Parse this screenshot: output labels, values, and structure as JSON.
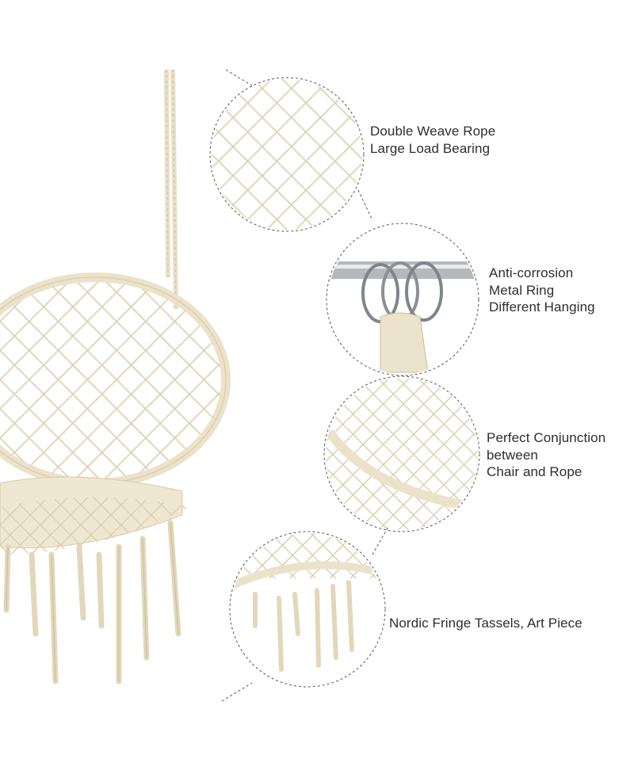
{
  "callouts": [
    {
      "lines": [
        "Double Weave Rope",
        "Large Load Bearing"
      ]
    },
    {
      "lines": [
        "Anti-corrosion",
        "Metal Ring",
        "Different Hanging"
      ]
    },
    {
      "lines": [
        "Perfect Conjunction",
        "between",
        "Chair and Rope"
      ]
    },
    {
      "lines": [
        "Nordic Fringe Tassels, Art Piece"
      ]
    }
  ],
  "colors": {
    "rope": "#ece3cc",
    "rope_shadow": "#cfc3a3",
    "metal": "#9a9fa3",
    "text": "#2e2e2e",
    "dash": "#555555"
  }
}
